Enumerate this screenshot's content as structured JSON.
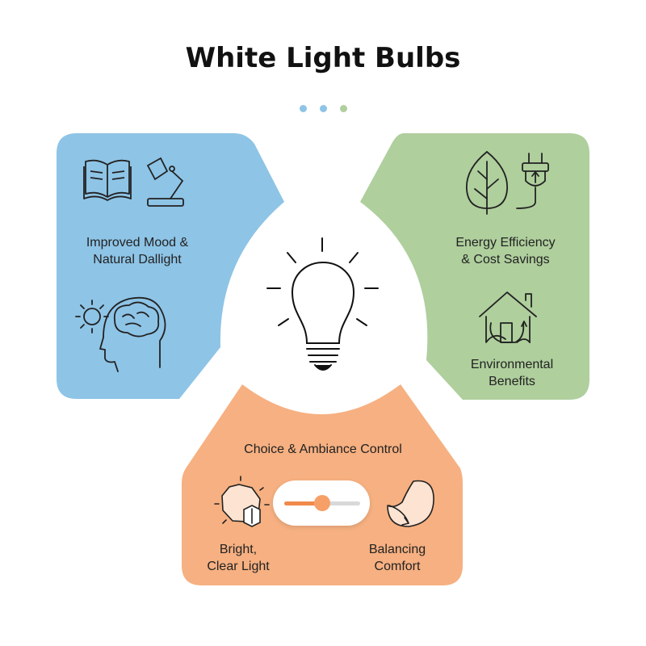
{
  "title": "White Light Bulbs",
  "colors": {
    "blue": "#8ec4e6",
    "green": "#afcf9d",
    "orange": "#f6b081",
    "dot_blue": "#8ec4e6",
    "dot_green": "#afcf9d"
  },
  "panels": {
    "left": {
      "label_line1": "Improved Mood &",
      "label_line2": "Natural Dallight",
      "icons": [
        "book-icon",
        "desk-lamp-icon",
        "sun-icon",
        "brain-head-icon"
      ]
    },
    "right": {
      "label_line1": "Energy Efficiency",
      "label_line2": "& Cost Savings",
      "label2_line1": "Environmental",
      "label2_line2": "Benefits",
      "icons": [
        "leaf-icon",
        "plug-icon",
        "eco-house-icon"
      ]
    },
    "bottom": {
      "heading": "Choice & Ambiance Control",
      "left_label_line1": "Bright,",
      "left_label_line2": "Clear Light",
      "right_label_line1": "Balancing",
      "right_label_line2": "Comfort",
      "slider_level": 0.5,
      "icons": [
        "bright-light-icon",
        "comfort-icon"
      ]
    }
  },
  "center_icon": "light-bulb-icon"
}
